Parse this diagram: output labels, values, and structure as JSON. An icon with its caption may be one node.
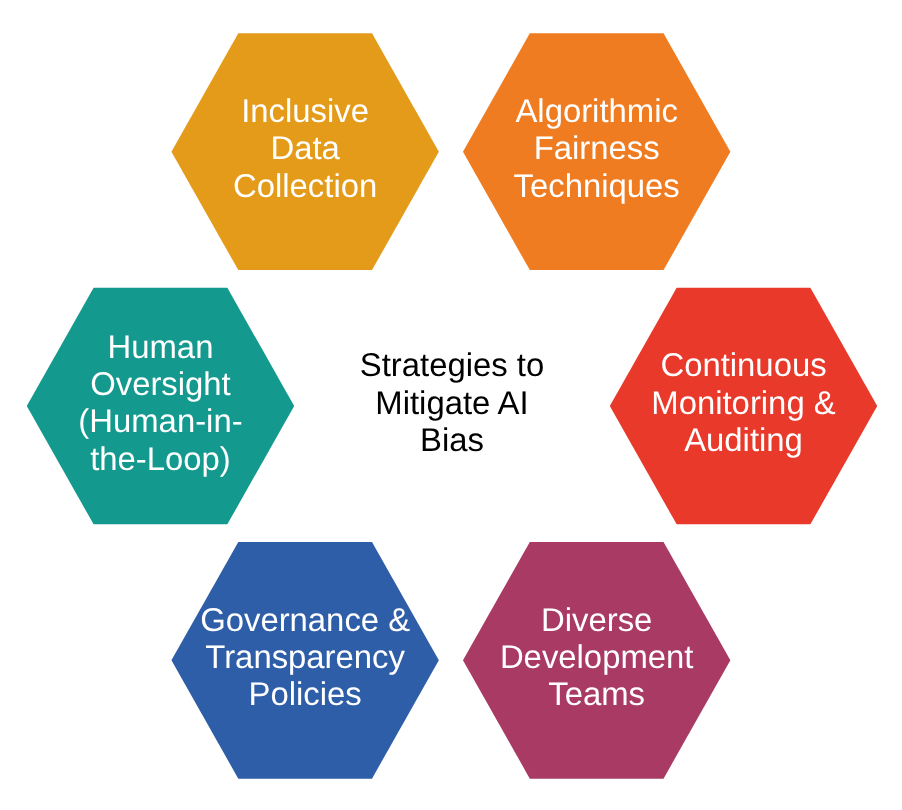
{
  "diagram": {
    "nodes": [
      {
        "text": [
          "Inclusive Data Collection"
        ]
      },
      {
        "text": [
          "Algorithmic Fairness Techniques"
        ]
      },
      {
        "text": [
          "Human Oversight (Human-in-the-Loop)"
        ]
      },
      {
        "text": [
          "Strategies to Mitigate AI Bias"
        ]
      },
      {
        "text": [
          "Continuous Monitoring & Auditing"
        ]
      },
      {
        "text": [
          "Governance & Transparency Policies"
        ]
      },
      {
        "text": [
          "Diverse Development Teams"
        ]
      }
    ]
  }
}
